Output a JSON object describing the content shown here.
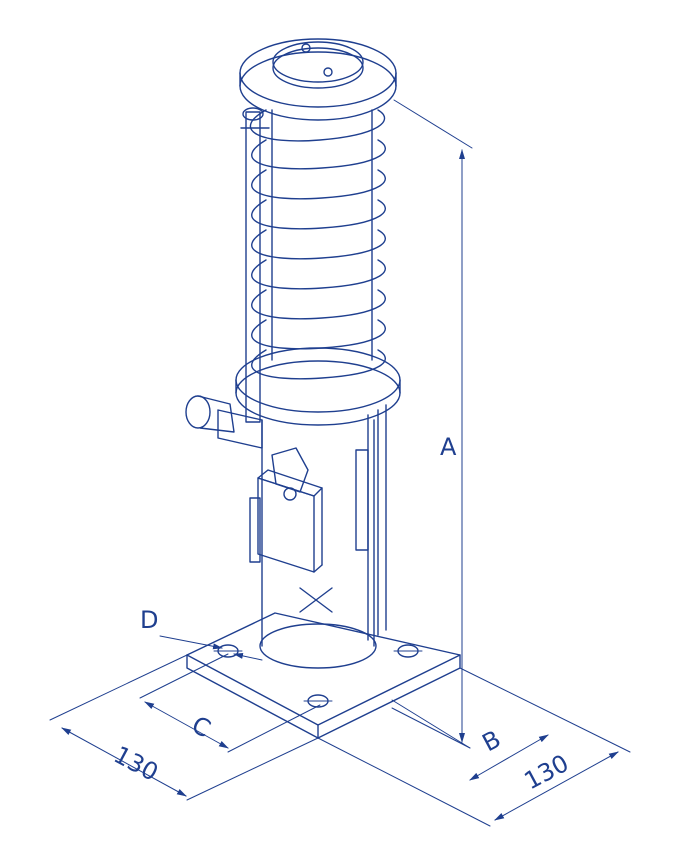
{
  "drawing": {
    "line_color": "#1f3f8f",
    "background": "#ffffff",
    "labels": {
      "A": "A",
      "B": "B",
      "C": "C",
      "D": "D",
      "dim_left": "130",
      "dim_right": "130"
    }
  }
}
